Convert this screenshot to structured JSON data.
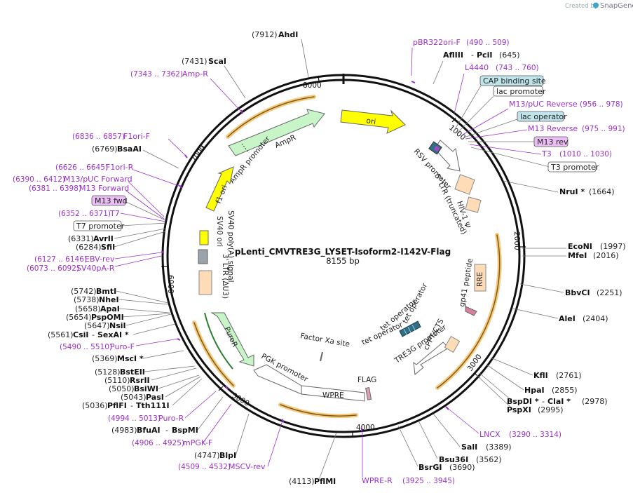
{
  "watermark": {
    "prefix": "Created by",
    "brand": "SnapGene"
  },
  "plasmid": {
    "name": "pLenti_CMVTRE3G_LYSET-Isoform2-I142V-Flag",
    "size": "8155 bp"
  },
  "ticks": [
    "1000",
    "2000",
    "3000",
    "4000",
    "5000",
    "6000",
    "7000",
    "8000"
  ],
  "colors": {
    "primer": "#9b30c9",
    "feature_yellow": "#ffff00",
    "feature_green": "#c8f5c8",
    "feature_peach": "#ffdcb8",
    "feature_gray": "#9aa3ab",
    "orange_arc": "#f5a623"
  },
  "features": {
    "ori": "ori",
    "ampr": "AmpR",
    "ampr_promoter": "AmpR promoter",
    "f1_ori": "f1 ori",
    "sv40_ori": "SV40 ori",
    "sv40_polya": "SV40 poly(A) signal",
    "ltr3": "3' LTR (ΔU3)",
    "puror": "PuroR",
    "pgk_promoter": "PGK promoter",
    "wpre": "WPRE",
    "flag": "FLAG",
    "factor_xa": "Factor Xa site",
    "tre3g": "TRE3G promoter",
    "tet_op1": "tet operator",
    "tet_op2": "tet operator",
    "tet_op3": "tet operator",
    "cppt": "cPPT/CTS",
    "gp41": "gp41 peptide",
    "rre": "RRE",
    "hiv_psi": "HIV-1 Ψ",
    "ltr5": "5' LTR (truncated)",
    "rsv_promoter": "RSV promoter"
  },
  "right_labels": [
    {
      "name": "pBR322ori-F",
      "pos": "(490 .. 509)",
      "kind": "primer"
    },
    {
      "name": "AflIII",
      "name2": "PciI",
      "pos": "(645)",
      "kind": "enzyme"
    },
    {
      "name": "L4440",
      "pos": "(743 .. 760)",
      "kind": "primer"
    },
    {
      "name": "CAP binding site",
      "kind": "box-blue"
    },
    {
      "name": "lac promoter",
      "kind": "box-white"
    },
    {
      "name": "M13/pUC Reverse",
      "pos": "(956 .. 978)",
      "kind": "primer"
    },
    {
      "name": "lac operator",
      "kind": "box-blue"
    },
    {
      "name": "M13 Reverse",
      "pos": "(975 .. 991)",
      "kind": "primer"
    },
    {
      "name": "M13 rev",
      "kind": "box-purple"
    },
    {
      "name": "T3",
      "pos": "(1010 .. 1030)",
      "kind": "primer"
    },
    {
      "name": "T3 promoter",
      "kind": "box-white"
    },
    {
      "name": "NruI *",
      "pos": "(1664)",
      "kind": "enzyme"
    },
    {
      "name": "EcoNI",
      "pos": "(1997)",
      "kind": "enzyme"
    },
    {
      "name": "MfeI",
      "pos": "(2016)",
      "kind": "enzyme"
    },
    {
      "name": "BbvCI",
      "pos": "(2251)",
      "kind": "enzyme"
    },
    {
      "name": "AleI",
      "pos": "(2404)",
      "kind": "enzyme"
    },
    {
      "name": "KflI",
      "pos": "(2761)",
      "kind": "enzyme"
    },
    {
      "name": "HpaI",
      "pos": "(2855)",
      "kind": "enzyme"
    },
    {
      "name": "BspDI *",
      "name2": "ClaI *",
      "pos": "(2978)",
      "kind": "enzyme"
    },
    {
      "name": "PspXI",
      "pos": "(2995)",
      "kind": "enzyme"
    },
    {
      "name": "LNCX",
      "pos": "(3290 .. 3314)",
      "kind": "primer"
    },
    {
      "name": "SalI",
      "pos": "(3389)",
      "kind": "enzyme"
    },
    {
      "name": "Bsu36I",
      "pos": "(3562)",
      "kind": "enzyme"
    },
    {
      "name": "BsrGI",
      "pos": "(3690)",
      "kind": "enzyme"
    },
    {
      "name": "WPRE-R",
      "pos": "(3925 .. 3945)",
      "kind": "primer"
    },
    {
      "name": "PflMI",
      "pos": "(4113)",
      "kind": "enzyme"
    }
  ],
  "left_labels": [
    {
      "name": "AhdI",
      "pos": "(7912)",
      "kind": "enzyme"
    },
    {
      "name": "ScaI",
      "pos": "(7431)",
      "kind": "enzyme"
    },
    {
      "name": "Amp-R",
      "pos": "(7343 .. 7362)",
      "kind": "primer"
    },
    {
      "name": "F1ori-F",
      "pos": "(6836 .. 6857)",
      "kind": "primer"
    },
    {
      "name": "BsaAI",
      "pos": "(6769)",
      "kind": "enzyme"
    },
    {
      "name": "F1ori-R",
      "pos": "(6626 .. 6645)",
      "kind": "primer"
    },
    {
      "name": "M13/pUC Forward",
      "pos": "(6390 .. 6412)",
      "kind": "primer"
    },
    {
      "name": "M13 Forward",
      "pos": "(6381 .. 6398)",
      "kind": "primer"
    },
    {
      "name": "M13 fwd",
      "kind": "box-purple"
    },
    {
      "name": "T7",
      "pos": "(6352 .. 6371)",
      "kind": "primer"
    },
    {
      "name": "T7 promoter",
      "kind": "box-white"
    },
    {
      "name": "AvrII",
      "pos": "(6331)",
      "kind": "enzyme"
    },
    {
      "name": "SfiI",
      "pos": "(6284)",
      "kind": "enzyme"
    },
    {
      "name": "EBV-rev",
      "pos": "(6127 .. 6146)",
      "kind": "primer"
    },
    {
      "name": "SV40pA-R",
      "pos": "(6073 .. 6092)",
      "kind": "primer"
    },
    {
      "name": "BmtI",
      "pos": "(5742)",
      "kind": "enzyme"
    },
    {
      "name": "NheI",
      "pos": "(5738)",
      "kind": "enzyme"
    },
    {
      "name": "ApaI",
      "pos": "(5658)",
      "kind": "enzyme"
    },
    {
      "name": "PspOMI",
      "pos": "(5654)",
      "kind": "enzyme"
    },
    {
      "name": "NsiI",
      "pos": "(5647)",
      "kind": "enzyme"
    },
    {
      "name": "CsiI",
      "name2": "SexAI *",
      "pos": "(5561)",
      "kind": "enzyme"
    },
    {
      "name": "Puro-F",
      "pos": "(5490 .. 5510)",
      "kind": "primer"
    },
    {
      "name": "MscI *",
      "pos": "(5369)",
      "kind": "enzyme"
    },
    {
      "name": "BstEII",
      "pos": "(5128)",
      "kind": "enzyme"
    },
    {
      "name": "RsrII",
      "pos": "(5110)",
      "kind": "enzyme"
    },
    {
      "name": "BsiWI",
      "pos": "(5050)",
      "kind": "enzyme"
    },
    {
      "name": "PasI",
      "pos": "(5043)",
      "kind": "enzyme"
    },
    {
      "name": "PflFI",
      "name2": "Tth111I",
      "pos": "(5036)",
      "kind": "enzyme"
    },
    {
      "name": "Puro-R",
      "pos": "(4994 .. 5013)",
      "kind": "primer"
    },
    {
      "name": "BfuAI",
      "name2": "BspMI",
      "pos": "(4983)",
      "kind": "enzyme"
    },
    {
      "name": "mPGK-F",
      "pos": "(4906 .. 4925)",
      "kind": "primer"
    },
    {
      "name": "BlpI",
      "pos": "(4747)",
      "kind": "enzyme"
    },
    {
      "name": "MSCV-rev",
      "pos": "(4509 .. 4532)",
      "kind": "primer"
    }
  ]
}
